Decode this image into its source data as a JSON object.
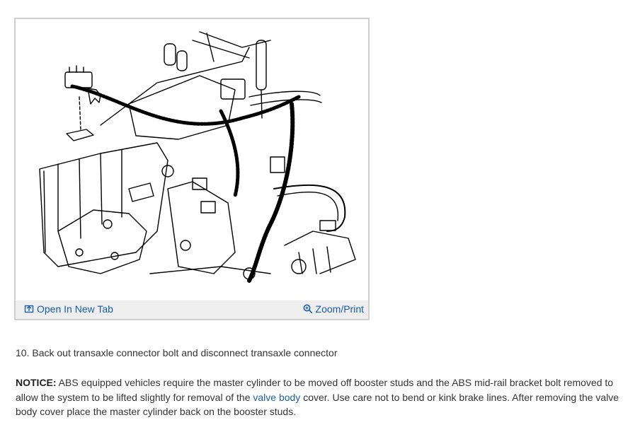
{
  "figure": {
    "open_tab_label": "Open In New Tab",
    "zoom_label": "Zoom/Print",
    "open_tab_icon": "open-new-tab-icon",
    "zoom_icon": "magnifier-plus-icon",
    "link_color": "#1a5fa8"
  },
  "step": {
    "text": "10. Back out transaxle connector bolt and disconnect transaxle connector"
  },
  "notice": {
    "label": "NOTICE:",
    "text_before": " ABS equipped vehicles require the master cylinder to be moved off booster studs and the ABS mid-rail bracket bolt removed to allow the system to be lifted slightly for removal of the ",
    "link_text": "valve body",
    "text_after": " cover. Use care not to bend or kink brake lines. After removing the valve body cover place the master cylinder back on the booster studs."
  }
}
